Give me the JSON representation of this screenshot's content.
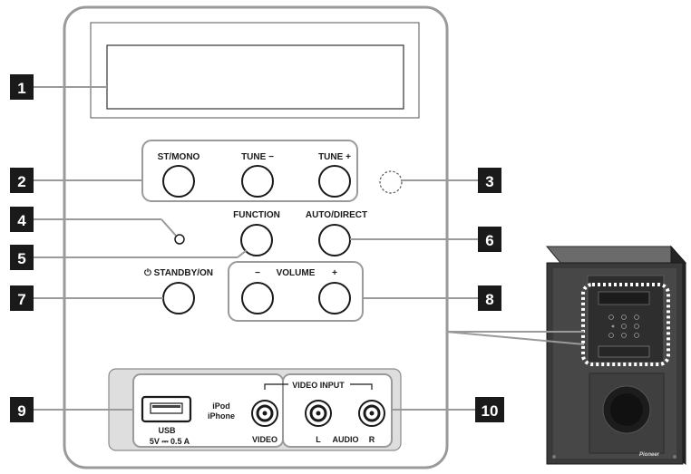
{
  "labels": {
    "st_mono": "ST/MONO",
    "tune_minus": "TUNE −",
    "tune_plus": "TUNE +",
    "function": "FUNCTION",
    "auto_direct": "AUTO/DIRECT",
    "standby": "⏻ STANDBY/ON",
    "volume": "VOLUME",
    "vol_minus": "−",
    "vol_plus": "+",
    "video_input": "VIDEO INPUT",
    "ipod": "iPod",
    "iphone": "iPhone",
    "usb": "USB",
    "usb_spec": "5V ⎓ 0.5 A",
    "video": "VIDEO",
    "audio_l": "L",
    "audio": "AUDIO",
    "audio_r": "R",
    "brand": "Pioneer"
  },
  "callouts": [
    "1",
    "2",
    "3",
    "4",
    "5",
    "6",
    "7",
    "8",
    "9",
    "10"
  ],
  "colors": {
    "badge": "#1a1a1a",
    "panel_stroke": "#9a9a9a",
    "panel_fill": "#ffffff",
    "recess_fill": "#dedede",
    "speaker_body": "#3a3a3a"
  }
}
